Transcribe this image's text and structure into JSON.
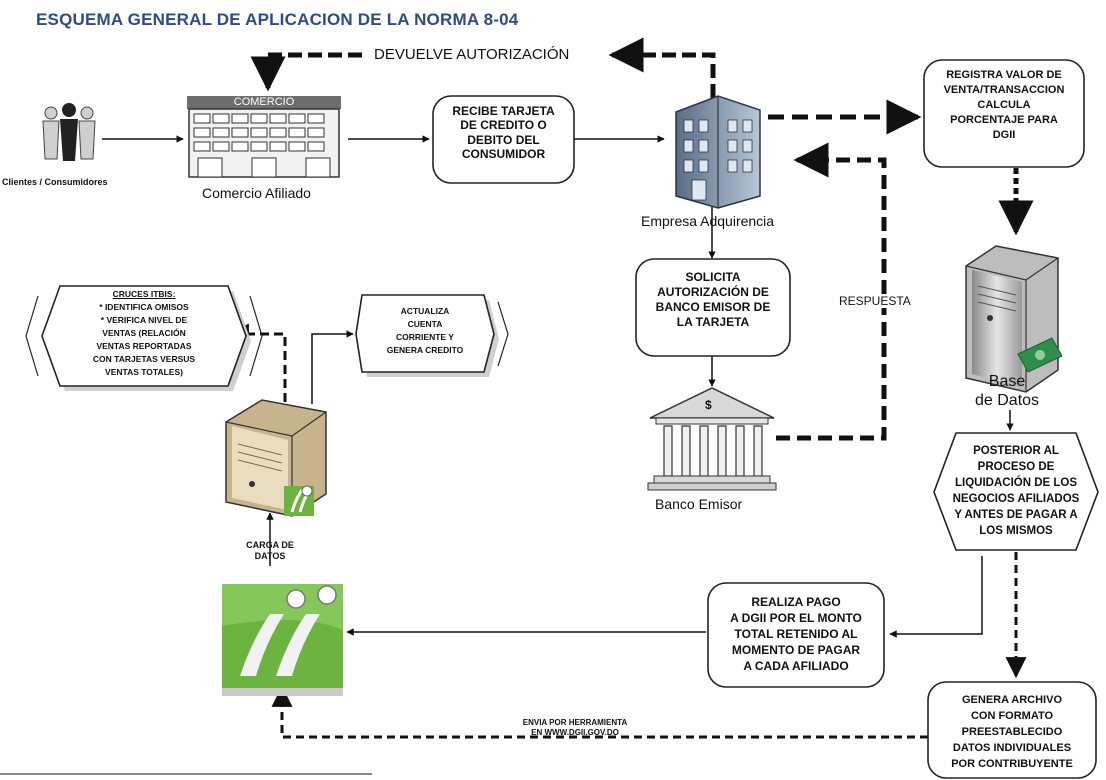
{
  "title": "ESQUEMA GENERAL DE APLICACION DE LA NORMA 8-04",
  "labels": {
    "devuelve": "DEVUELVE AUTORIZACIÓN",
    "comercio_sign": "COMERCIO",
    "comercio_afiliado": "Comercio Afiliado",
    "clientes": "Clientes / Consumidores",
    "empresa": "Empresa Adquirencia",
    "respuesta": "RESPUESTA",
    "banco": "Banco Emisor",
    "bank_symbol": "$",
    "base_datos": [
      "Base",
      "de Datos"
    ],
    "carga": [
      "CARGA DE",
      "DATOS"
    ],
    "envia": [
      "ENVIA POR HERRAMIENTA",
      "EN WWW.DGII.GOV.DO"
    ]
  },
  "boxes": {
    "recibe": [
      "RECIBE TARJETA",
      "DE CREDITO O",
      "DEBITO DEL",
      "CONSUMIDOR"
    ],
    "registra": [
      "REGISTRA VALOR DE",
      "VENTA/TRANSACCION",
      "CALCULA",
      "PORCENTAJE PARA",
      "DGII"
    ],
    "solicita": [
      "SOLICITA",
      "AUTORIZACIÓN DE",
      "BANCO EMISOR DE",
      "LA TARJETA"
    ],
    "cruces": [
      "CRUCES ITBIS:",
      "* IDENTIFICA OMISOS",
      "* VERIFICA NIVEL DE",
      "VENTAS (RELACIÓN",
      "VENTAS REPORTADAS",
      "CON TARJETAS VERSUS",
      "VENTAS TOTALES)"
    ],
    "actualiza": [
      "ACTUALIZA",
      "CUENTA",
      "CORRIENTE Y",
      "GENERA CREDITO"
    ],
    "posterior": [
      "POSTERIOR AL",
      "PROCESO DE",
      "LIQUIDACIÓN DE LOS",
      "NEGOCIOS AFILIADOS",
      "Y ANTES DE PAGAR A",
      "LOS MISMOS"
    ],
    "realiza": [
      "REALIZA PAGO",
      "A DGII POR EL MONTO",
      "TOTAL RETENIDO AL",
      "MOMENTO DE PAGAR",
      "A CADA AFILIADO"
    ],
    "genera": [
      "GENERA ARCHIVO",
      "CON FORMATO",
      "PREESTABLECIDO",
      "DATOS INDIVIDUALES",
      "POR CONTRIBUYENTE"
    ]
  },
  "colors": {
    "title": "#2e4a8a",
    "dgii_green": "#6cb33f",
    "box_border": "#222222",
    "arrow": "#111111"
  }
}
